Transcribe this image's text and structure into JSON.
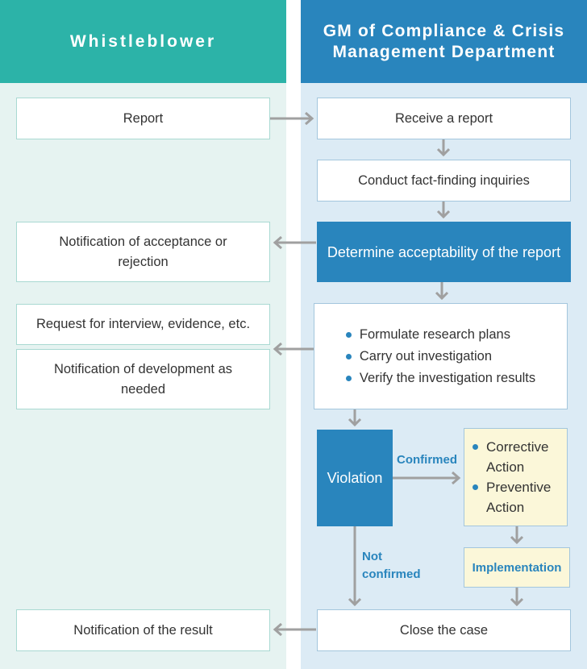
{
  "headers": {
    "left": "Whistleblower",
    "right": "GM of Compliance & Crisis Management Department"
  },
  "left_boxes": {
    "report": "Report",
    "notification_acceptance": "Notification of acceptance or rejection",
    "request_interview": "Request for interview, evidence, etc.",
    "notification_development": "Notification of development as needed",
    "notification_result": "Notification of the result"
  },
  "right_boxes": {
    "receive": "Receive a report",
    "conduct": "Conduct fact-finding inquiries",
    "determine": "Determine acceptability of the report",
    "investigation_steps": [
      "Formulate research plans",
      "Carry out investigation",
      "Verify the investigation results"
    ],
    "violation": "Violation",
    "actions": [
      "Corrective Action",
      "Preventive Action"
    ],
    "implementation": "Implementation",
    "close": "Close the case"
  },
  "labels": {
    "confirmed": "Confirmed",
    "not_confirmed": "Not confirmed"
  },
  "colors": {
    "teal": "#2cb3a8",
    "blue": "#2985bd",
    "arrow": "#a0a0a0",
    "yellow": "#fbf7d9"
  }
}
